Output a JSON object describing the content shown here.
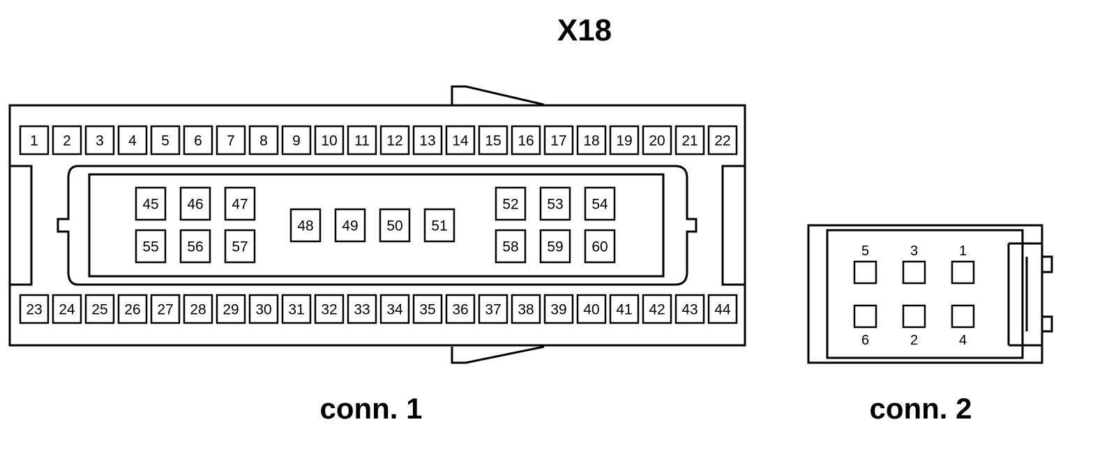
{
  "title": "X18",
  "connector_1": {
    "label": "conn. 1",
    "top_row_pins": [
      "1",
      "2",
      "3",
      "4",
      "5",
      "6",
      "7",
      "8",
      "9",
      "10",
      "11",
      "12",
      "13",
      "14",
      "15",
      "16",
      "17",
      "18",
      "19",
      "20",
      "21",
      "22"
    ],
    "bottom_row_pins": [
      "23",
      "24",
      "25",
      "26",
      "27",
      "28",
      "29",
      "30",
      "31",
      "32",
      "33",
      "34",
      "35",
      "36",
      "37",
      "38",
      "39",
      "40",
      "41",
      "42",
      "43",
      "44"
    ],
    "inner_left_upper": [
      "45",
      "46",
      "47"
    ],
    "inner_left_lower": [
      "55",
      "56",
      "57"
    ],
    "inner_middle": [
      "48",
      "49",
      "50",
      "51"
    ],
    "inner_right_upper": [
      "52",
      "53",
      "54"
    ],
    "inner_right_lower": [
      "58",
      "59",
      "60"
    ]
  },
  "connector_2": {
    "label": "conn. 2",
    "top_labels": [
      "5",
      "3",
      "1"
    ],
    "bottom_labels": [
      "6",
      "2",
      "4"
    ]
  },
  "colors": {
    "line": "#000000",
    "background": "#ffffff"
  }
}
